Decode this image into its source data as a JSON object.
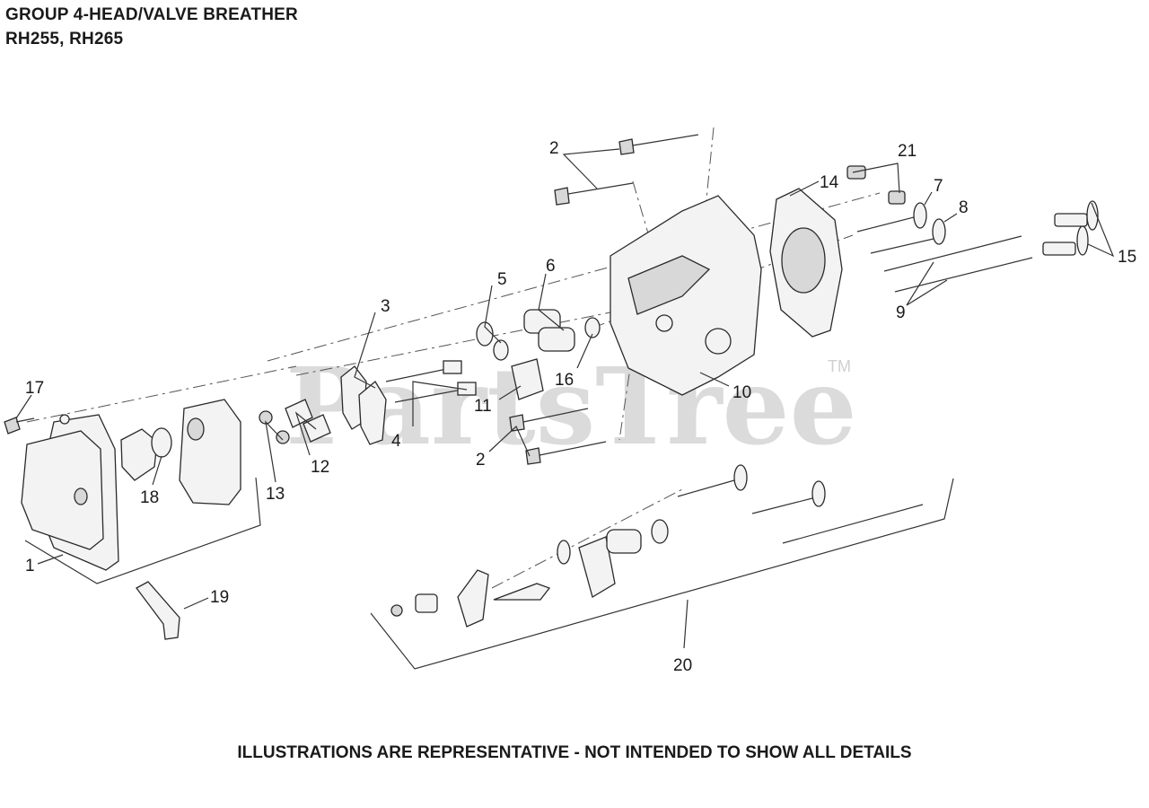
{
  "header": {
    "title_line1": "GROUP 4-HEAD/VALVE BREATHER",
    "title_line2": "RH255, RH265"
  },
  "footer": {
    "note": "ILLUSTRATIONS ARE REPRESENTATIVE - NOT INTENDED TO SHOW ALL DETAILS"
  },
  "watermark": {
    "text": "PartsTree",
    "trademark": "TM"
  },
  "callouts": [
    {
      "id": "c2a",
      "label": "2"
    },
    {
      "id": "c21",
      "label": "21"
    },
    {
      "id": "c14",
      "label": "14"
    },
    {
      "id": "c7",
      "label": "7"
    },
    {
      "id": "c8",
      "label": "8"
    },
    {
      "id": "c15",
      "label": "15"
    },
    {
      "id": "c6",
      "label": "6"
    },
    {
      "id": "c5",
      "label": "5"
    },
    {
      "id": "c3",
      "label": "3"
    },
    {
      "id": "c9",
      "label": "9"
    },
    {
      "id": "c17",
      "label": "17"
    },
    {
      "id": "c16",
      "label": "16"
    },
    {
      "id": "c10",
      "label": "10"
    },
    {
      "id": "c11",
      "label": "11"
    },
    {
      "id": "c4",
      "label": "4"
    },
    {
      "id": "c12",
      "label": "12"
    },
    {
      "id": "c2b",
      "label": "2"
    },
    {
      "id": "c18",
      "label": "18"
    },
    {
      "id": "c13",
      "label": "13"
    },
    {
      "id": "c1",
      "label": "1"
    },
    {
      "id": "c19",
      "label": "19"
    },
    {
      "id": "c20",
      "label": "20"
    }
  ]
}
